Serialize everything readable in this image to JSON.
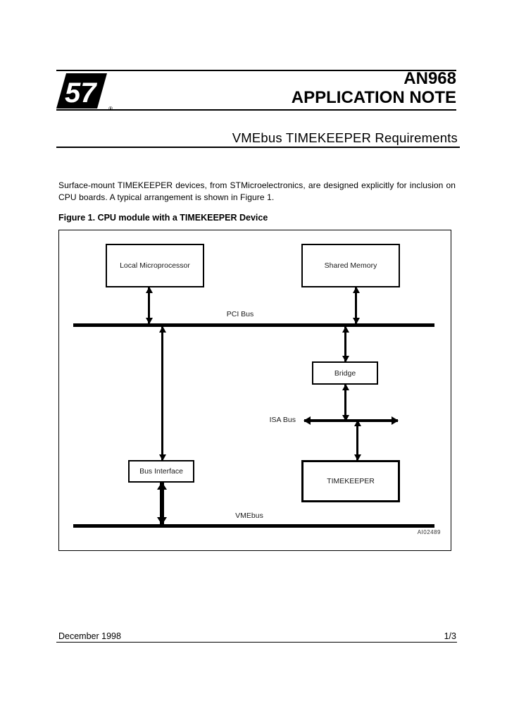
{
  "header": {
    "doc_number": "AN968",
    "doc_type": "APPLICATION NOTE",
    "logo": {
      "glyph": "57",
      "registered_mark": "®"
    }
  },
  "title": "VMEbus TIMEKEEPER Requirements",
  "body": {
    "paragraph": "Surface-mount TIMEKEEPER devices, from STMicroelectronics, are designed explicitly for inclusion on CPU boards. A typical arrangement is shown in Figure 1."
  },
  "figure": {
    "caption": "Figure 1. CPU module with a TIMEKEEPER Device",
    "code": "AI02489",
    "nodes": {
      "local_microprocessor": "Local Microprocessor",
      "shared_memory": "Shared Memory",
      "bridge": "Bridge",
      "bus_interface": "Bus Interface",
      "timekeeper": "TIMEKEEPER"
    },
    "buses": {
      "pci": "PCI Bus",
      "isa": "ISA Bus",
      "vme": "VMEbus"
    }
  },
  "footer": {
    "date": "December 1998",
    "page_number": "1/3"
  },
  "colors": {
    "ink": "#000000",
    "paper": "#ffffff"
  }
}
